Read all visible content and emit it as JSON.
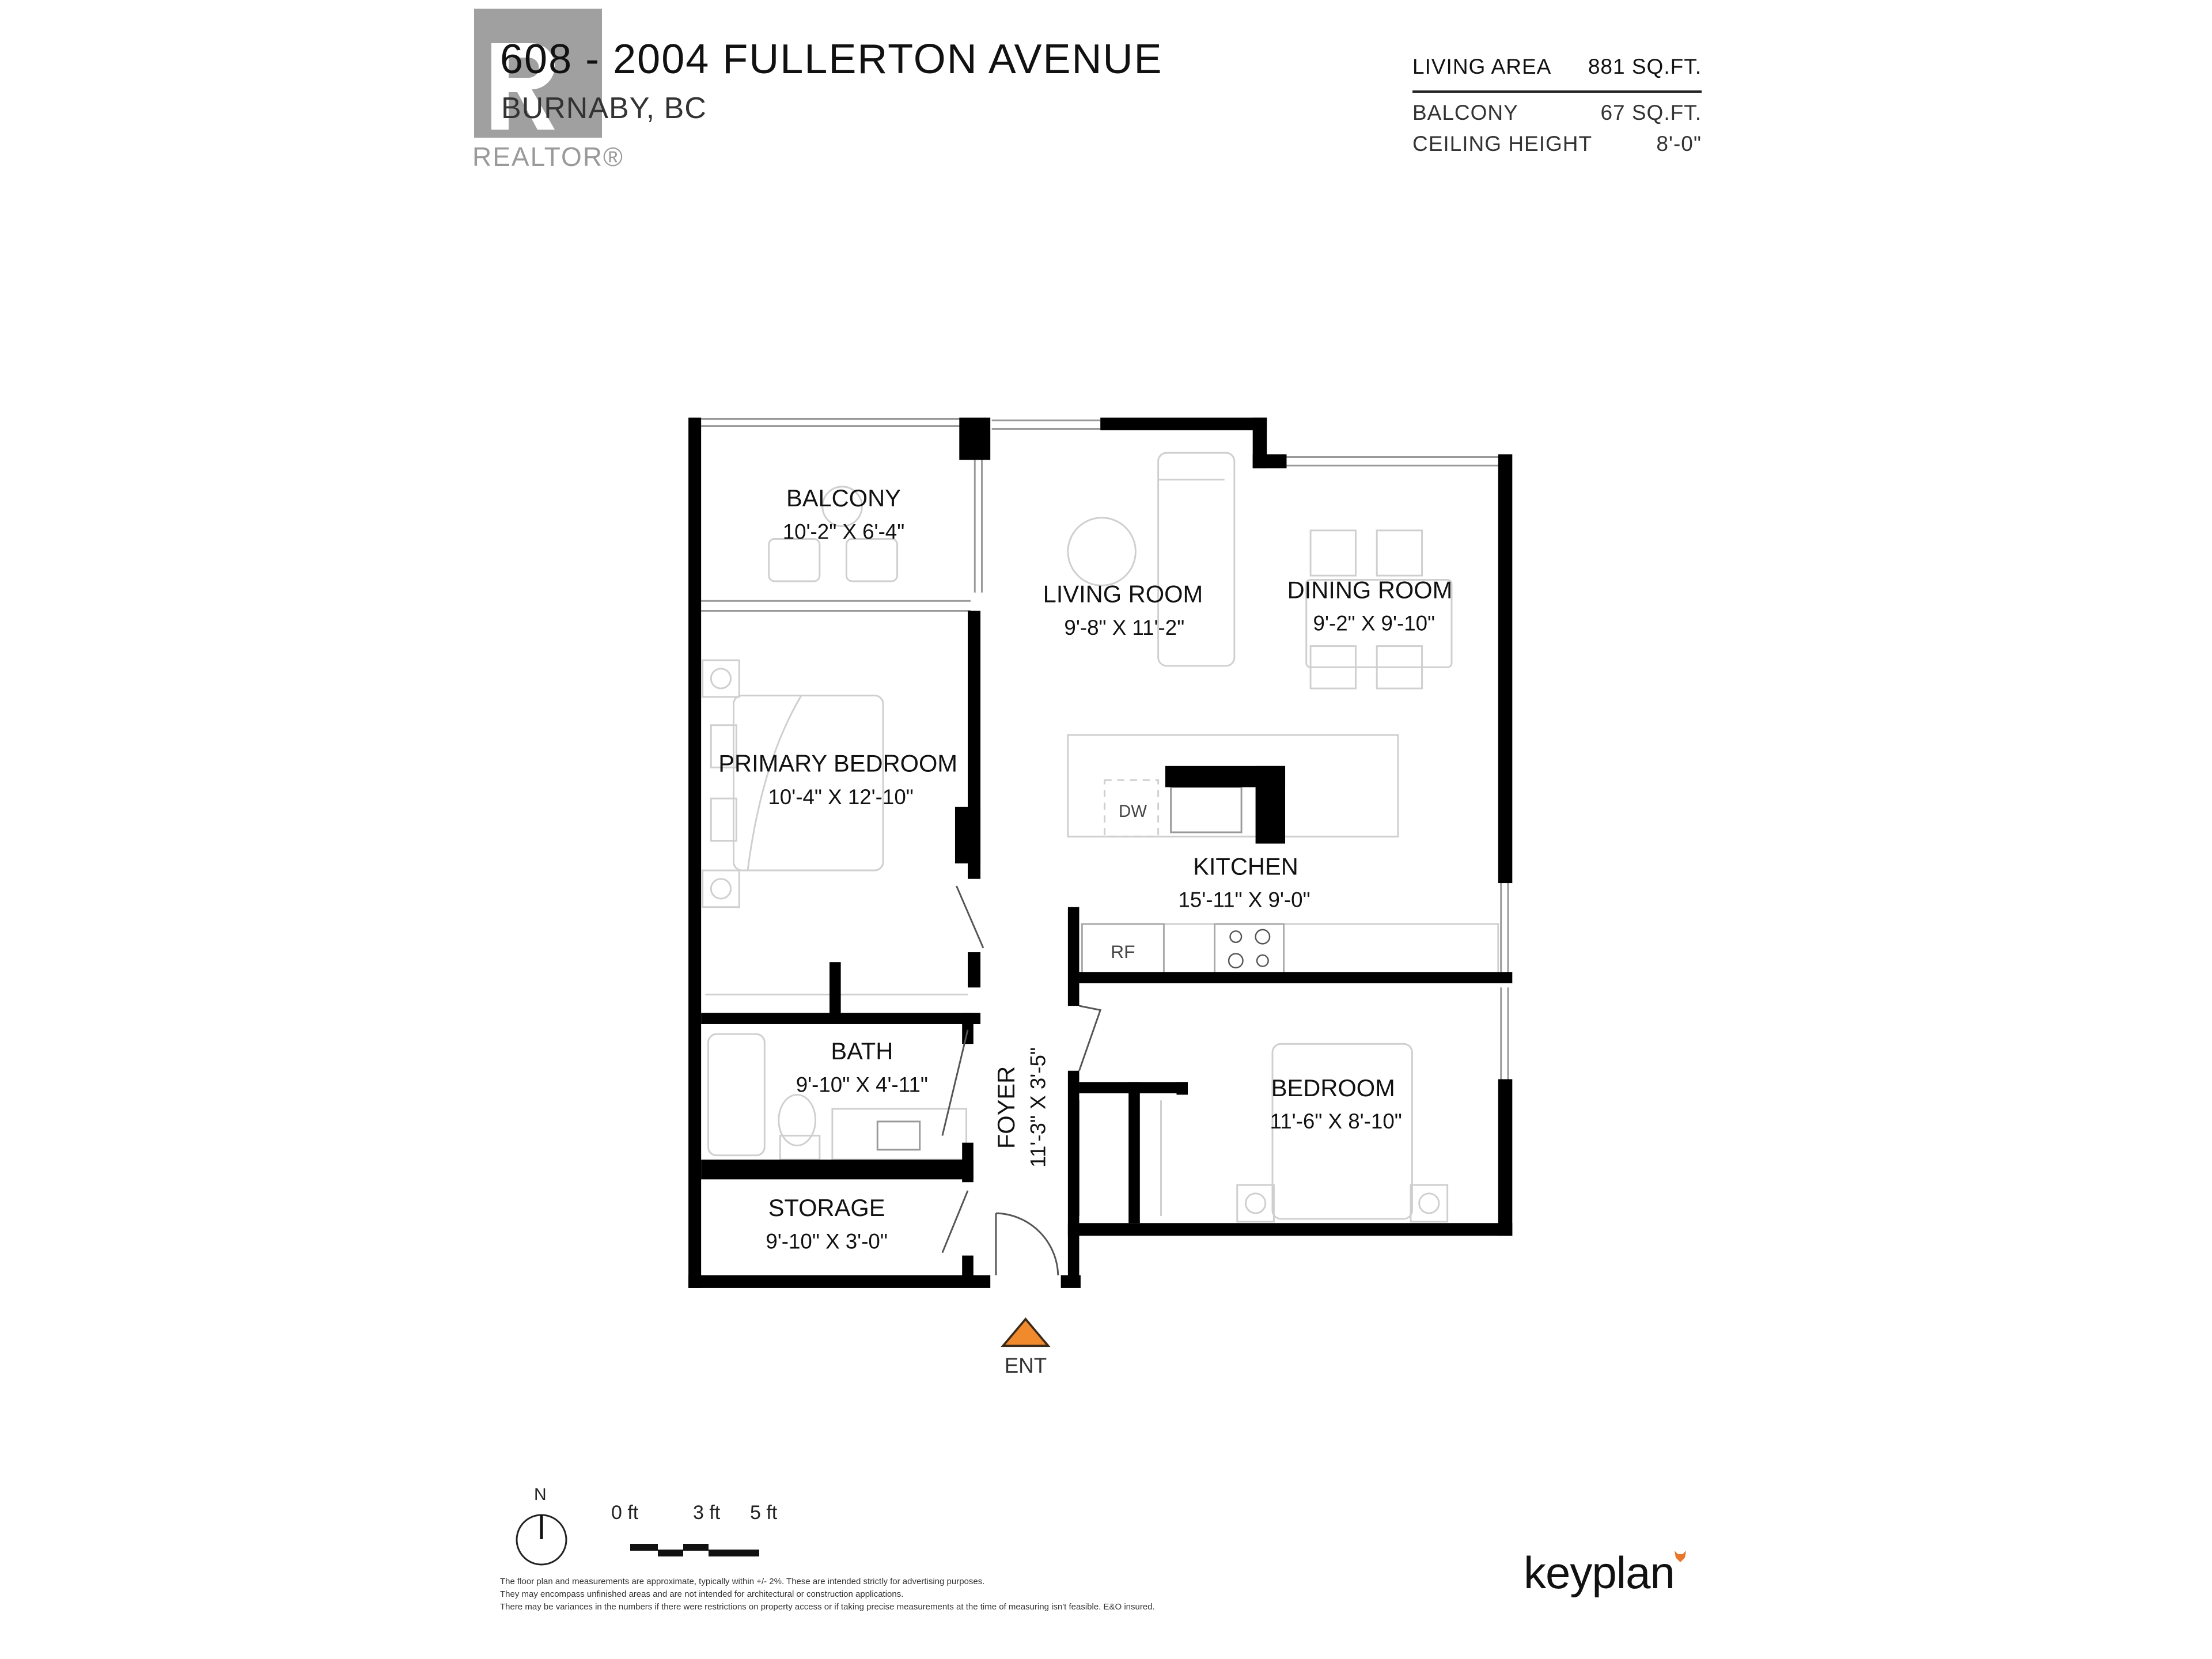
{
  "header": {
    "title": "608 - 2004 FULLERTON AVENUE",
    "subtitle": "BURNABY, BC",
    "logo_wordmark": "REALTOR®"
  },
  "stats": {
    "primary": {
      "label": "LIVING AREA",
      "value": "881 SQ.FT."
    },
    "secondary": [
      {
        "label": "BALCONY",
        "value": "67 SQ.FT."
      },
      {
        "label": "CEILING HEIGHT",
        "value": "8'-0\""
      }
    ]
  },
  "rooms": {
    "balcony": {
      "name": "BALCONY",
      "dims": "10'-2\"  X  6'-4\""
    },
    "living": {
      "name": "LIVING ROOM",
      "dims": "9'-8\"  X  11'-2\""
    },
    "dining": {
      "name": "DINING ROOM",
      "dims": "9'-2\"  X  9'-10\""
    },
    "primary_bedroom": {
      "name": "PRIMARY BEDROOM",
      "dims": "10'-4\"  X  12'-10\""
    },
    "kitchen": {
      "name": "KITCHEN",
      "dims": "15'-11\"  X  9'-0\""
    },
    "bath": {
      "name": "BATH",
      "dims": "9'-10\"  X  4'-11\""
    },
    "foyer": {
      "name": "FOYER",
      "dims": "11'-3\"  X  3'-5\""
    },
    "bedroom": {
      "name": "BEDROOM",
      "dims": "11'-6\"  X  8'-10\""
    },
    "storage": {
      "name": "STORAGE",
      "dims": "9'-10\"  X  3'-0\""
    }
  },
  "appliances": {
    "dishwasher": "DW",
    "fridge": "RF"
  },
  "entrance": {
    "label": "ENT",
    "color": "#f08a2c"
  },
  "legend": {
    "north": "N",
    "scale_labels": [
      "0 ft",
      "3 ft",
      "5 ft"
    ]
  },
  "disclaimer": [
    "The floor plan and measurements are approximate, typically within +/- 2%. These are intended strictly for advertising purposes.",
    "They may encompass unfinished areas and are not intended for architectural or construction applications.",
    "There may be variances in the numbers if there were restrictions on property access or if taking precise measurements at the time of measuring isn't feasible. E&O insured."
  ],
  "brand": {
    "name": "keyplan",
    "accent": "#e8772a"
  }
}
